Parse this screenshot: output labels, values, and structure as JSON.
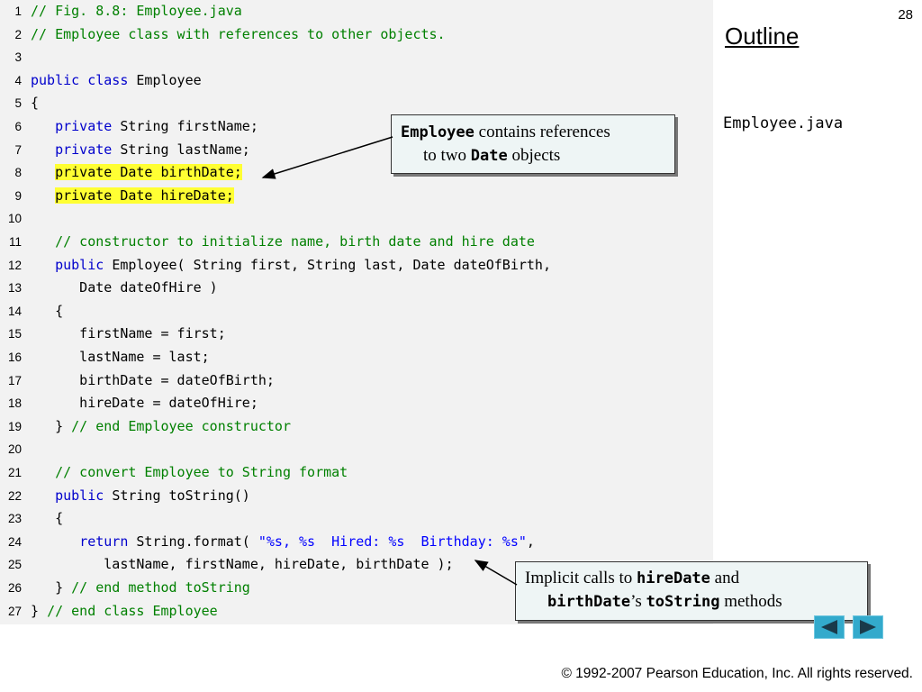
{
  "page_number": "28",
  "sidebar": {
    "title": "Outline",
    "file": "Employee.java"
  },
  "code_lines": [
    {
      "n": "1",
      "parts": [
        {
          "t": "// Fig. 8.8: Employee.java",
          "c": "cm"
        }
      ]
    },
    {
      "n": "2",
      "parts": [
        {
          "t": "// Employee class with references to other objects.",
          "c": "cm"
        }
      ]
    },
    {
      "n": "3",
      "parts": []
    },
    {
      "n": "4",
      "parts": [
        {
          "t": "public class ",
          "c": "kw"
        },
        {
          "t": "Employee",
          "c": ""
        }
      ]
    },
    {
      "n": "5",
      "parts": [
        {
          "t": "{",
          "c": ""
        }
      ]
    },
    {
      "n": "6",
      "parts": [
        {
          "t": "   ",
          "c": ""
        },
        {
          "t": "private ",
          "c": "kw"
        },
        {
          "t": "String firstName;",
          "c": ""
        }
      ]
    },
    {
      "n": "7",
      "parts": [
        {
          "t": "   ",
          "c": ""
        },
        {
          "t": "private ",
          "c": "kw"
        },
        {
          "t": "String lastName;",
          "c": ""
        }
      ]
    },
    {
      "n": "8",
      "parts": [
        {
          "t": "   ",
          "c": ""
        },
        {
          "t": "private Date birthDate;",
          "c": "hl"
        }
      ]
    },
    {
      "n": "9",
      "parts": [
        {
          "t": "   ",
          "c": ""
        },
        {
          "t": "private Date hireDate;",
          "c": "hl"
        }
      ]
    },
    {
      "n": "10",
      "parts": []
    },
    {
      "n": "11",
      "parts": [
        {
          "t": "   // constructor to initialize name, birth date and hire date",
          "c": "cm"
        }
      ]
    },
    {
      "n": "12",
      "parts": [
        {
          "t": "   ",
          "c": ""
        },
        {
          "t": "public ",
          "c": "kw"
        },
        {
          "t": "Employee( String first, String last, Date dateOfBirth,",
          "c": ""
        }
      ]
    },
    {
      "n": "13",
      "parts": [
        {
          "t": "      Date dateOfHire )",
          "c": ""
        }
      ]
    },
    {
      "n": "14",
      "parts": [
        {
          "t": "   {",
          "c": ""
        }
      ]
    },
    {
      "n": "15",
      "parts": [
        {
          "t": "      firstName = first;",
          "c": ""
        }
      ]
    },
    {
      "n": "16",
      "parts": [
        {
          "t": "      lastName = last;",
          "c": ""
        }
      ]
    },
    {
      "n": "17",
      "parts": [
        {
          "t": "      birthDate = dateOfBirth;",
          "c": ""
        }
      ]
    },
    {
      "n": "18",
      "parts": [
        {
          "t": "      hireDate = dateOfHire;",
          "c": ""
        }
      ]
    },
    {
      "n": "19",
      "parts": [
        {
          "t": "   } ",
          "c": ""
        },
        {
          "t": "// end Employee constructor",
          "c": "cm"
        }
      ]
    },
    {
      "n": "20",
      "parts": []
    },
    {
      "n": "21",
      "parts": [
        {
          "t": "   // convert Employee to String format",
          "c": "cm"
        }
      ]
    },
    {
      "n": "22",
      "parts": [
        {
          "t": "   ",
          "c": ""
        },
        {
          "t": "public ",
          "c": "kw"
        },
        {
          "t": "String toString()",
          "c": ""
        }
      ]
    },
    {
      "n": "23",
      "parts": [
        {
          "t": "   {",
          "c": ""
        }
      ]
    },
    {
      "n": "24",
      "parts": [
        {
          "t": "      ",
          "c": ""
        },
        {
          "t": "return ",
          "c": "kw"
        },
        {
          "t": "String.format( ",
          "c": ""
        },
        {
          "t": "\"%s, %s  Hired: %s  Birthday: %s\"",
          "c": "st"
        },
        {
          "t": ",",
          "c": ""
        }
      ]
    },
    {
      "n": "25",
      "parts": [
        {
          "t": "         lastName, firstName, hireDate, birthDate );",
          "c": ""
        }
      ]
    },
    {
      "n": "26",
      "parts": [
        {
          "t": "   } ",
          "c": ""
        },
        {
          "t": "// end method toString",
          "c": "cm"
        }
      ]
    },
    {
      "n": "27",
      "parts": [
        {
          "t": "} ",
          "c": ""
        },
        {
          "t": "// end class Employee",
          "c": "cm"
        }
      ]
    }
  ],
  "callout1": {
    "code1": "Employee",
    "text1": " contains references",
    "text2": "to two ",
    "code2": "Date",
    "text3": " objects"
  },
  "callout2": {
    "text1": "Implicit calls to ",
    "code1": "hireDate",
    "text2": " and",
    "code2": "birthDate",
    "text3": "’s ",
    "code3": "toString",
    "text4": " methods"
  },
  "nav": {
    "prev_icon": "triangle-left-icon",
    "next_icon": "triangle-right-icon",
    "color": "#33aacc"
  },
  "copyright": "© 1992-2007 Pearson Education, Inc.  All rights reserved."
}
